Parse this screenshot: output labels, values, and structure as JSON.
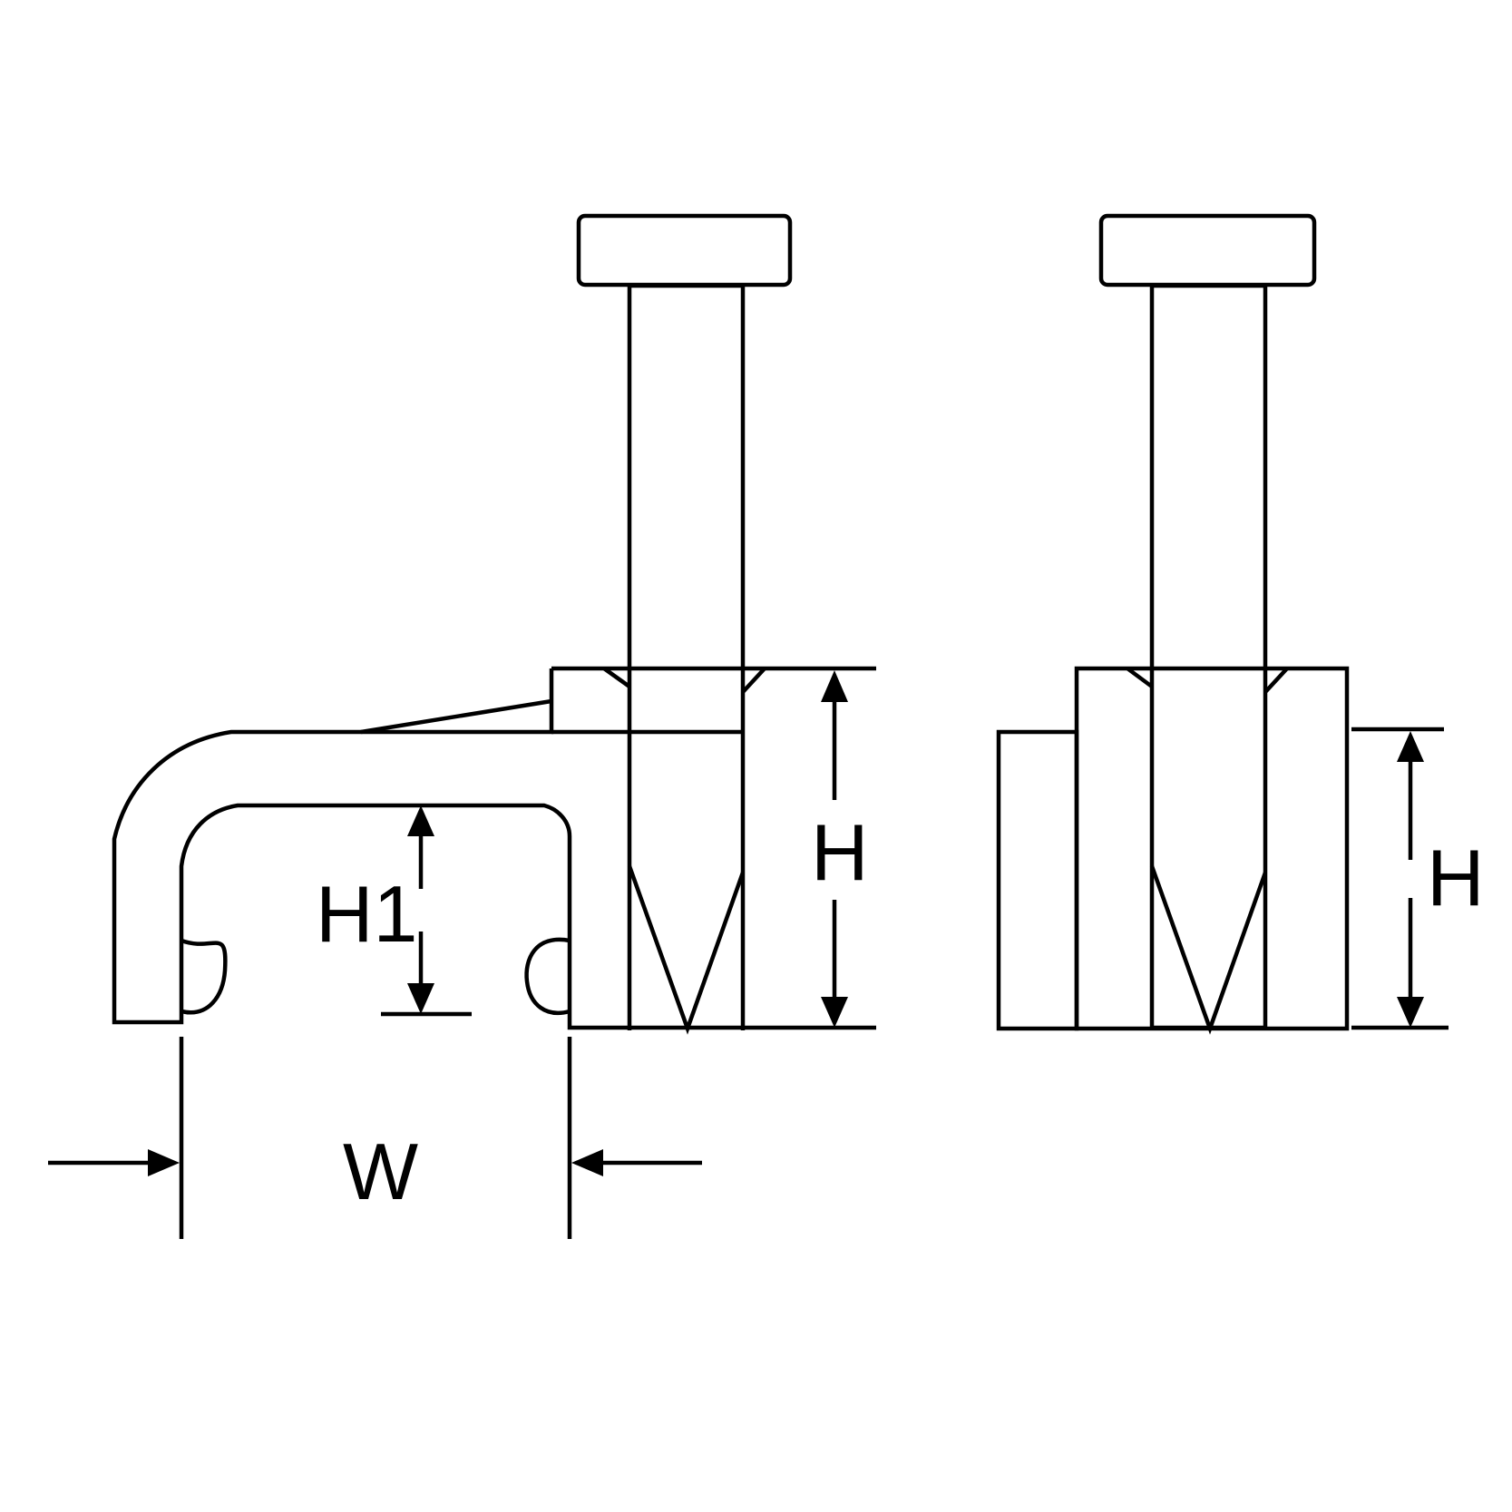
{
  "labels": {
    "h1": "H1",
    "w": "W",
    "h_front": "H",
    "h_side": "H"
  },
  "colors": {
    "stroke": "#000000",
    "background": "#ffffff"
  }
}
